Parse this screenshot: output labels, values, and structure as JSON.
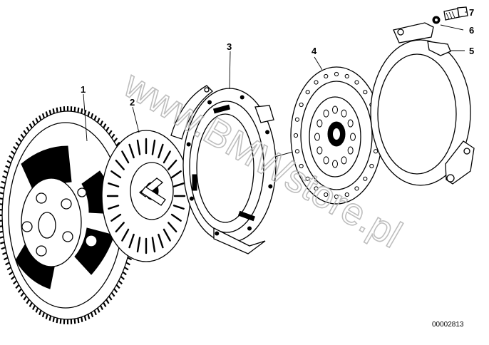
{
  "callouts": [
    {
      "id": "1",
      "label": "1"
    },
    {
      "id": "2",
      "label": "2"
    },
    {
      "id": "3",
      "label": "3"
    },
    {
      "id": "4",
      "label": "4"
    },
    {
      "id": "5",
      "label": "5"
    },
    {
      "id": "6",
      "label": "6"
    },
    {
      "id": "7",
      "label": "7"
    }
  ],
  "document_number": "00002813",
  "watermark": "www.BMWstore.pl"
}
